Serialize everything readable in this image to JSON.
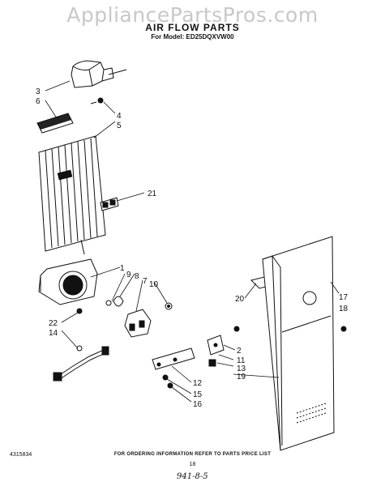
{
  "watermark": "AppliancePartsPros.com",
  "header": {
    "title": "AIR FLOW PARTS",
    "subtitle": "For Model: ED25DQXVW00"
  },
  "callouts": [
    "3",
    "6",
    "4",
    "5",
    "21",
    "1",
    "9",
    "8",
    "7",
    "10",
    "20",
    "17",
    "18",
    "22",
    "14",
    "2",
    "11",
    "13",
    "19",
    "12",
    "15",
    "16"
  ],
  "footer": {
    "part_code": "4315834",
    "note": "FOR ORDERING INFORMATION REFER TO PARTS PRICE LIST",
    "page": "18",
    "handwritten": "941-8-5"
  }
}
